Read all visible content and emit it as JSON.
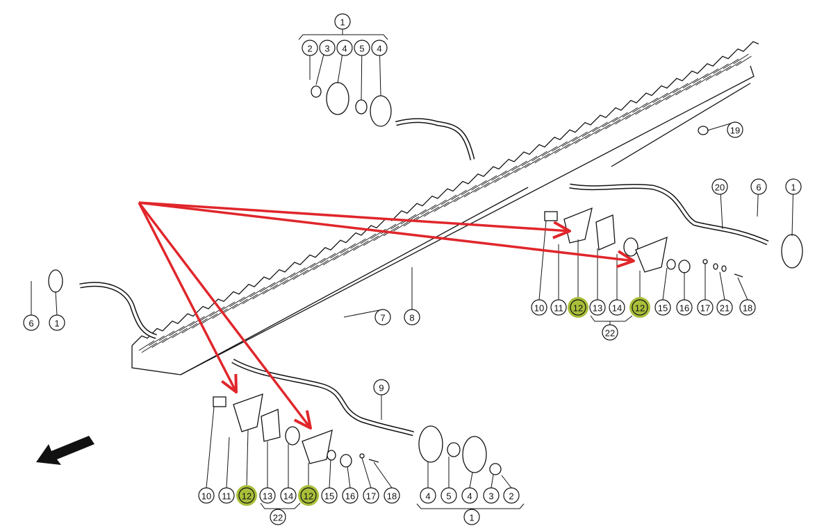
{
  "colors": {
    "line": "#111111",
    "arrow": "#e0262b",
    "highlight": "#a9bf3a"
  },
  "callouts": {
    "top_group": [
      "1",
      "2",
      "3",
      "4",
      "5",
      "4"
    ],
    "top_right": [
      "19",
      "20",
      "6",
      "1"
    ],
    "left_end": [
      "6",
      "1"
    ],
    "middle": [
      "7",
      "8",
      "9"
    ],
    "right_group": [
      "10",
      "11",
      "12",
      "13",
      "14",
      "12",
      "15",
      "16",
      "17",
      "21",
      "18",
      "22"
    ],
    "bottom_group": [
      "10",
      "11",
      "12",
      "13",
      "14",
      "12",
      "15",
      "16",
      "17",
      "18",
      "22"
    ],
    "bottom_right_group": [
      "4",
      "5",
      "4",
      "3",
      "2",
      "1"
    ]
  },
  "highlighted_part": "12",
  "direction_arrow_icon": "arrow-down-left-icon"
}
